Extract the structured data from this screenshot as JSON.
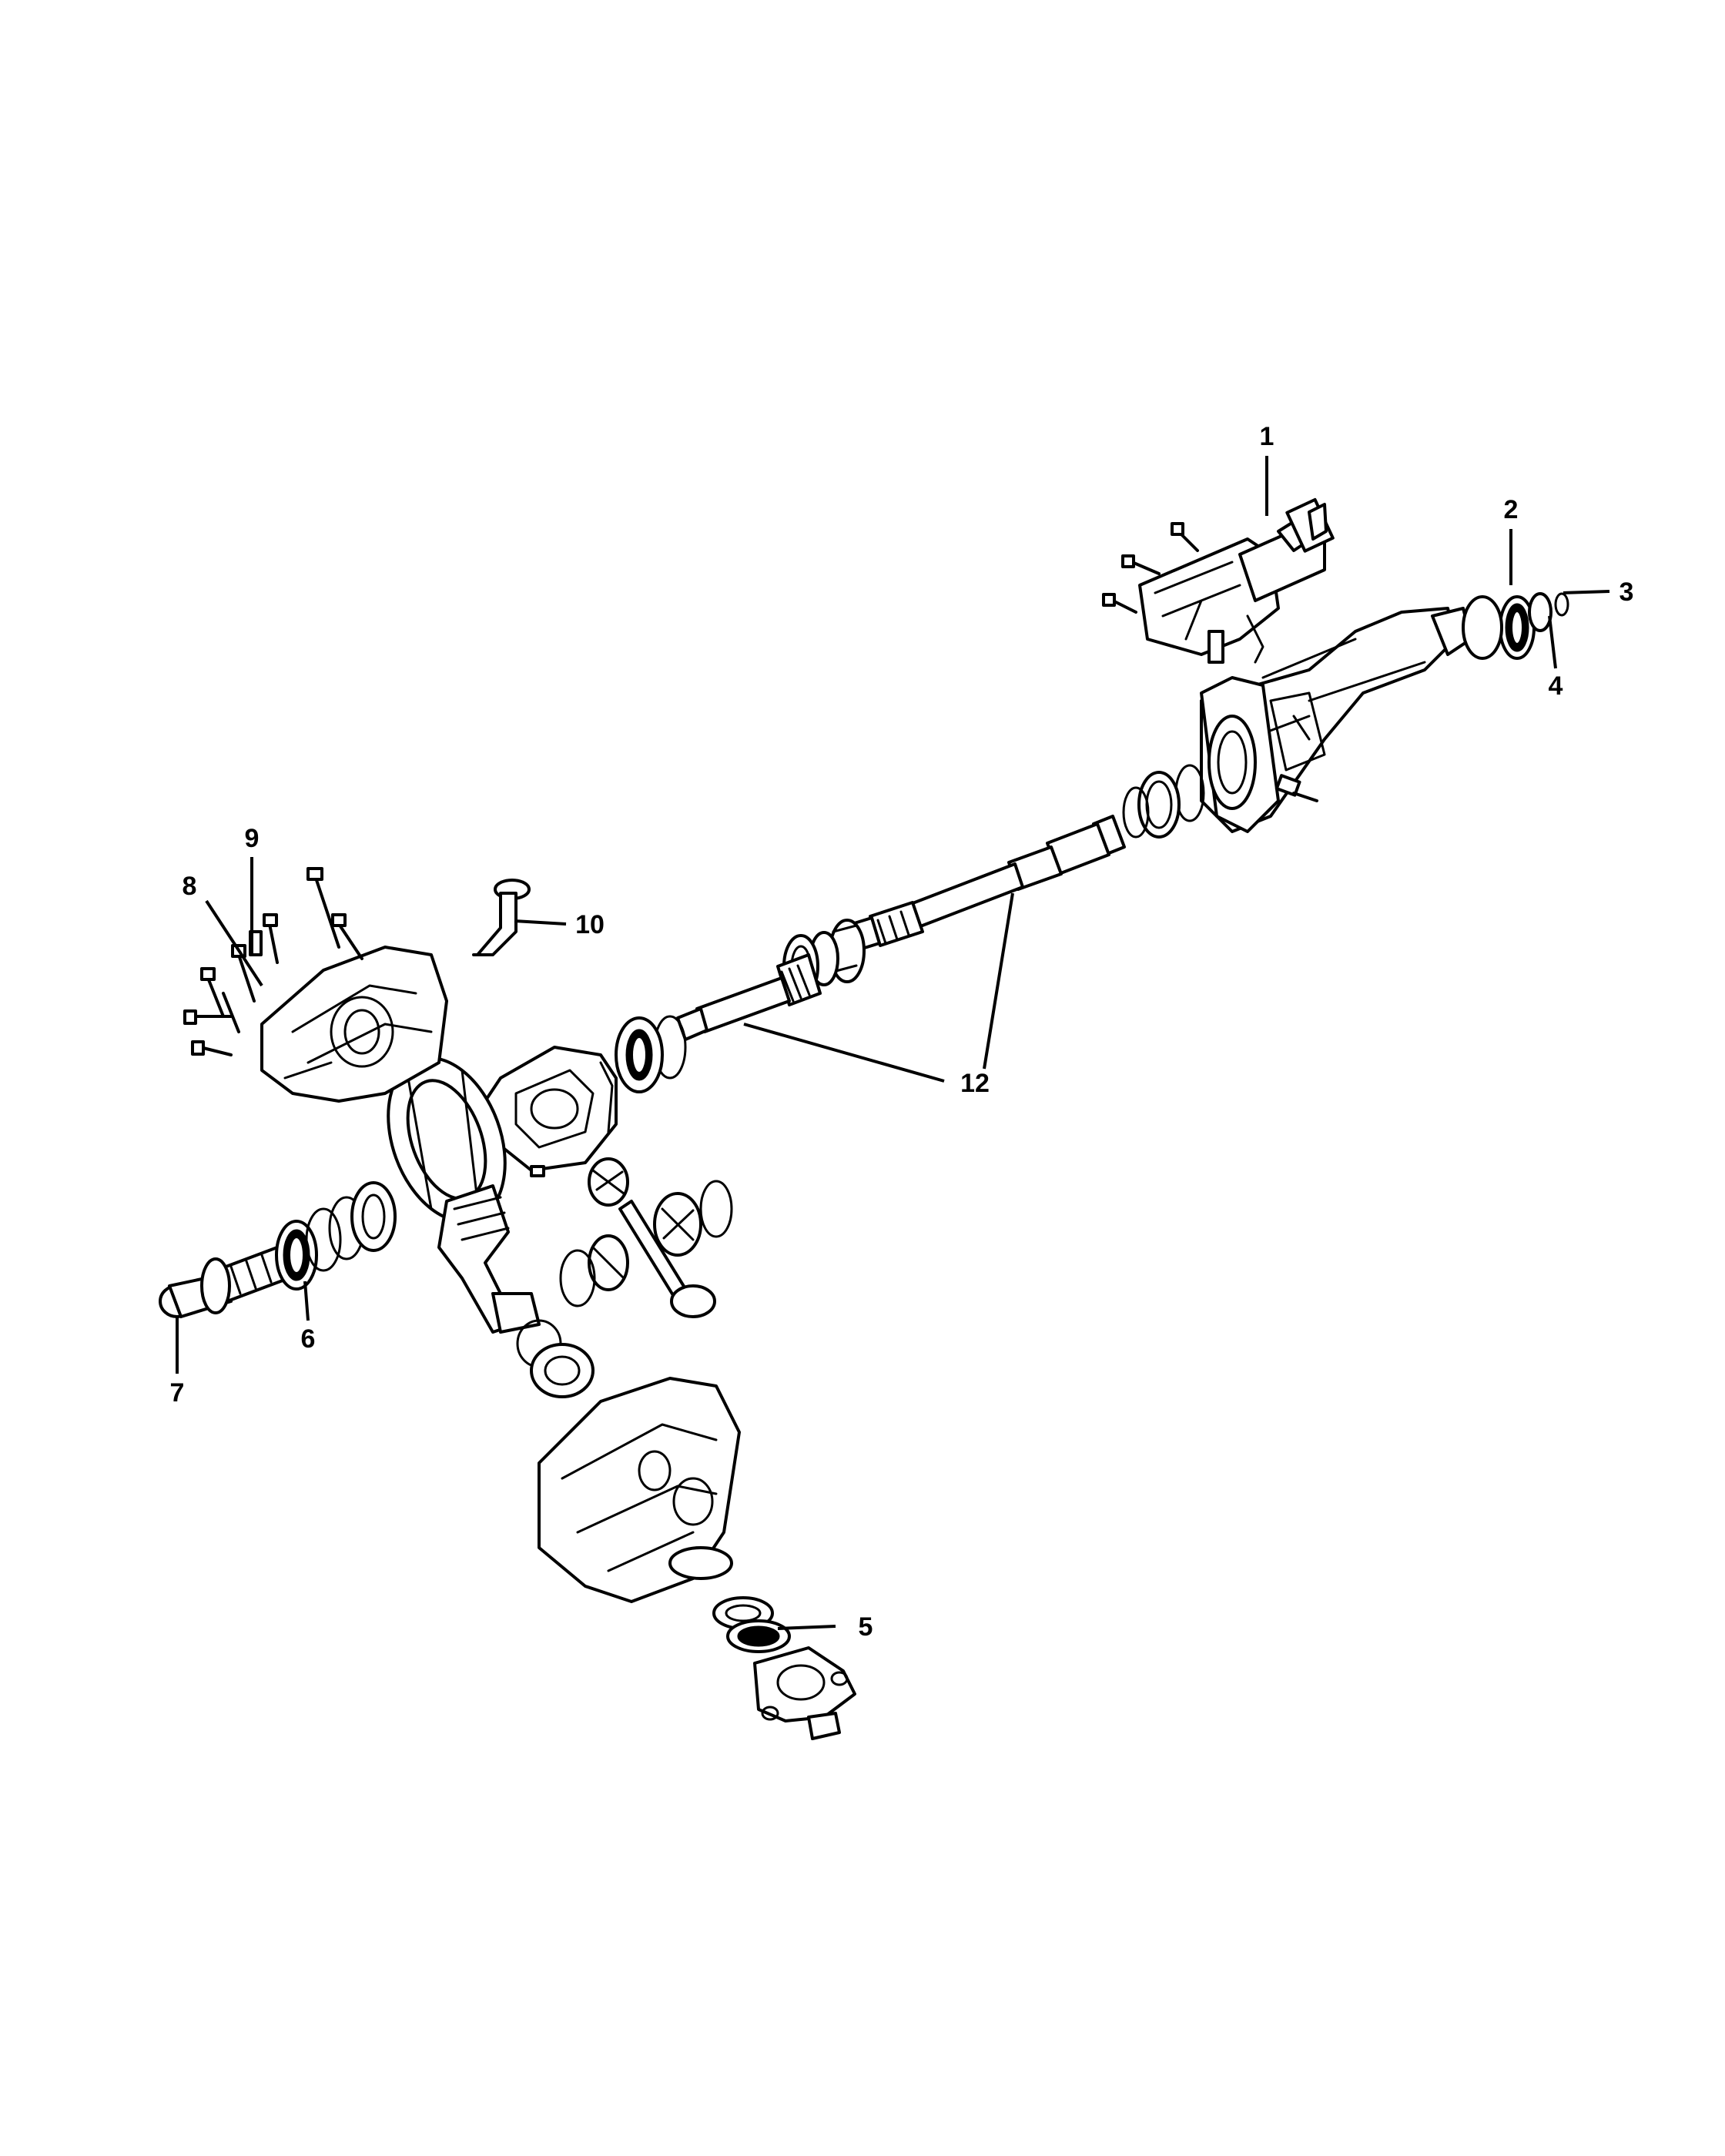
{
  "callouts": [
    {
      "id": "1",
      "label": "1"
    },
    {
      "id": "2",
      "label": "2"
    },
    {
      "id": "3",
      "label": "3"
    },
    {
      "id": "4",
      "label": "4"
    },
    {
      "id": "5",
      "label": "5"
    },
    {
      "id": "6",
      "label": "6"
    },
    {
      "id": "7",
      "label": "7"
    },
    {
      "id": "8",
      "label": "8"
    },
    {
      "id": "9",
      "label": "9"
    },
    {
      "id": "10",
      "label": "10"
    },
    {
      "id": "12",
      "label": "12"
    }
  ]
}
